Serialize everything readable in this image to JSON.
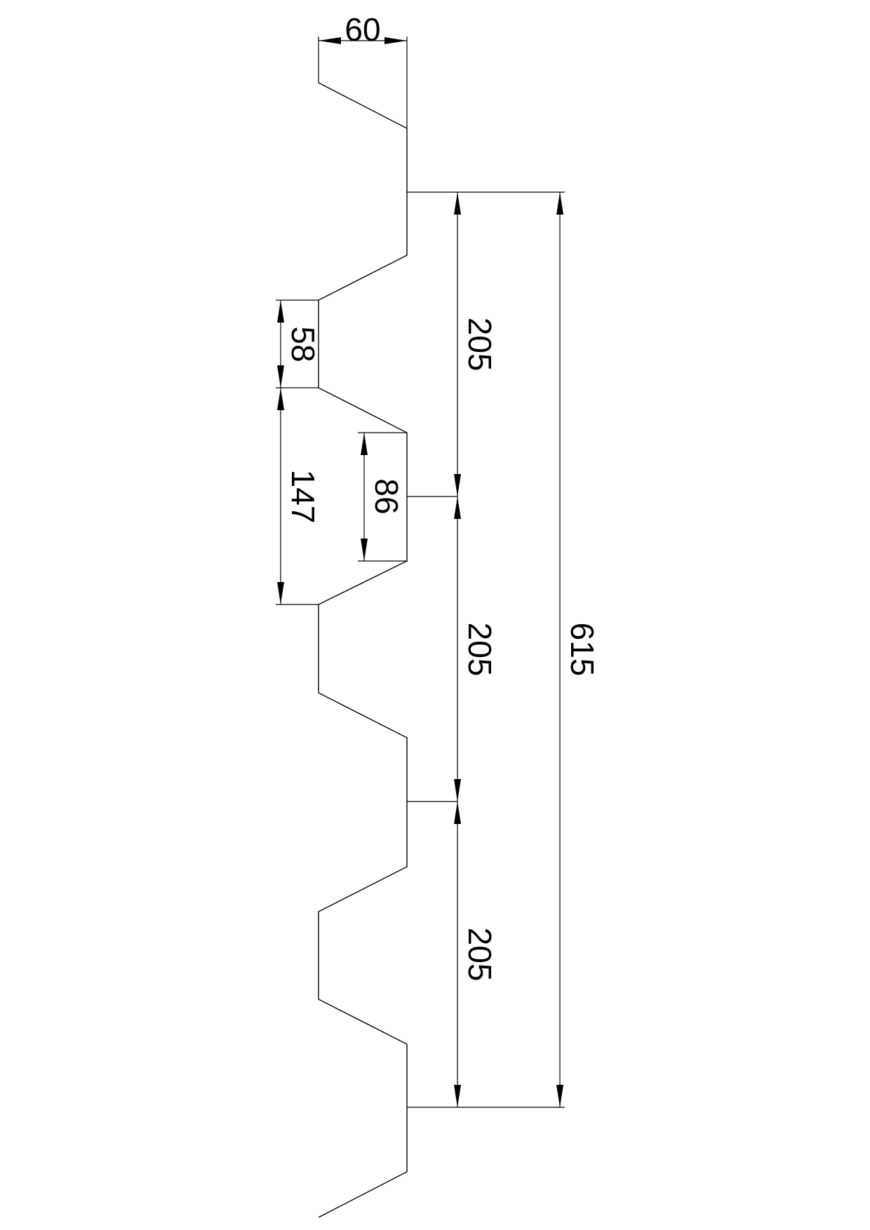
{
  "drawing": {
    "dimensions": {
      "top_width": "60",
      "pitch_1": "205",
      "pitch_2": "205",
      "pitch_3": "205",
      "total_width": "615",
      "height_58": "58",
      "height_147": "147",
      "height_86": "86"
    }
  }
}
